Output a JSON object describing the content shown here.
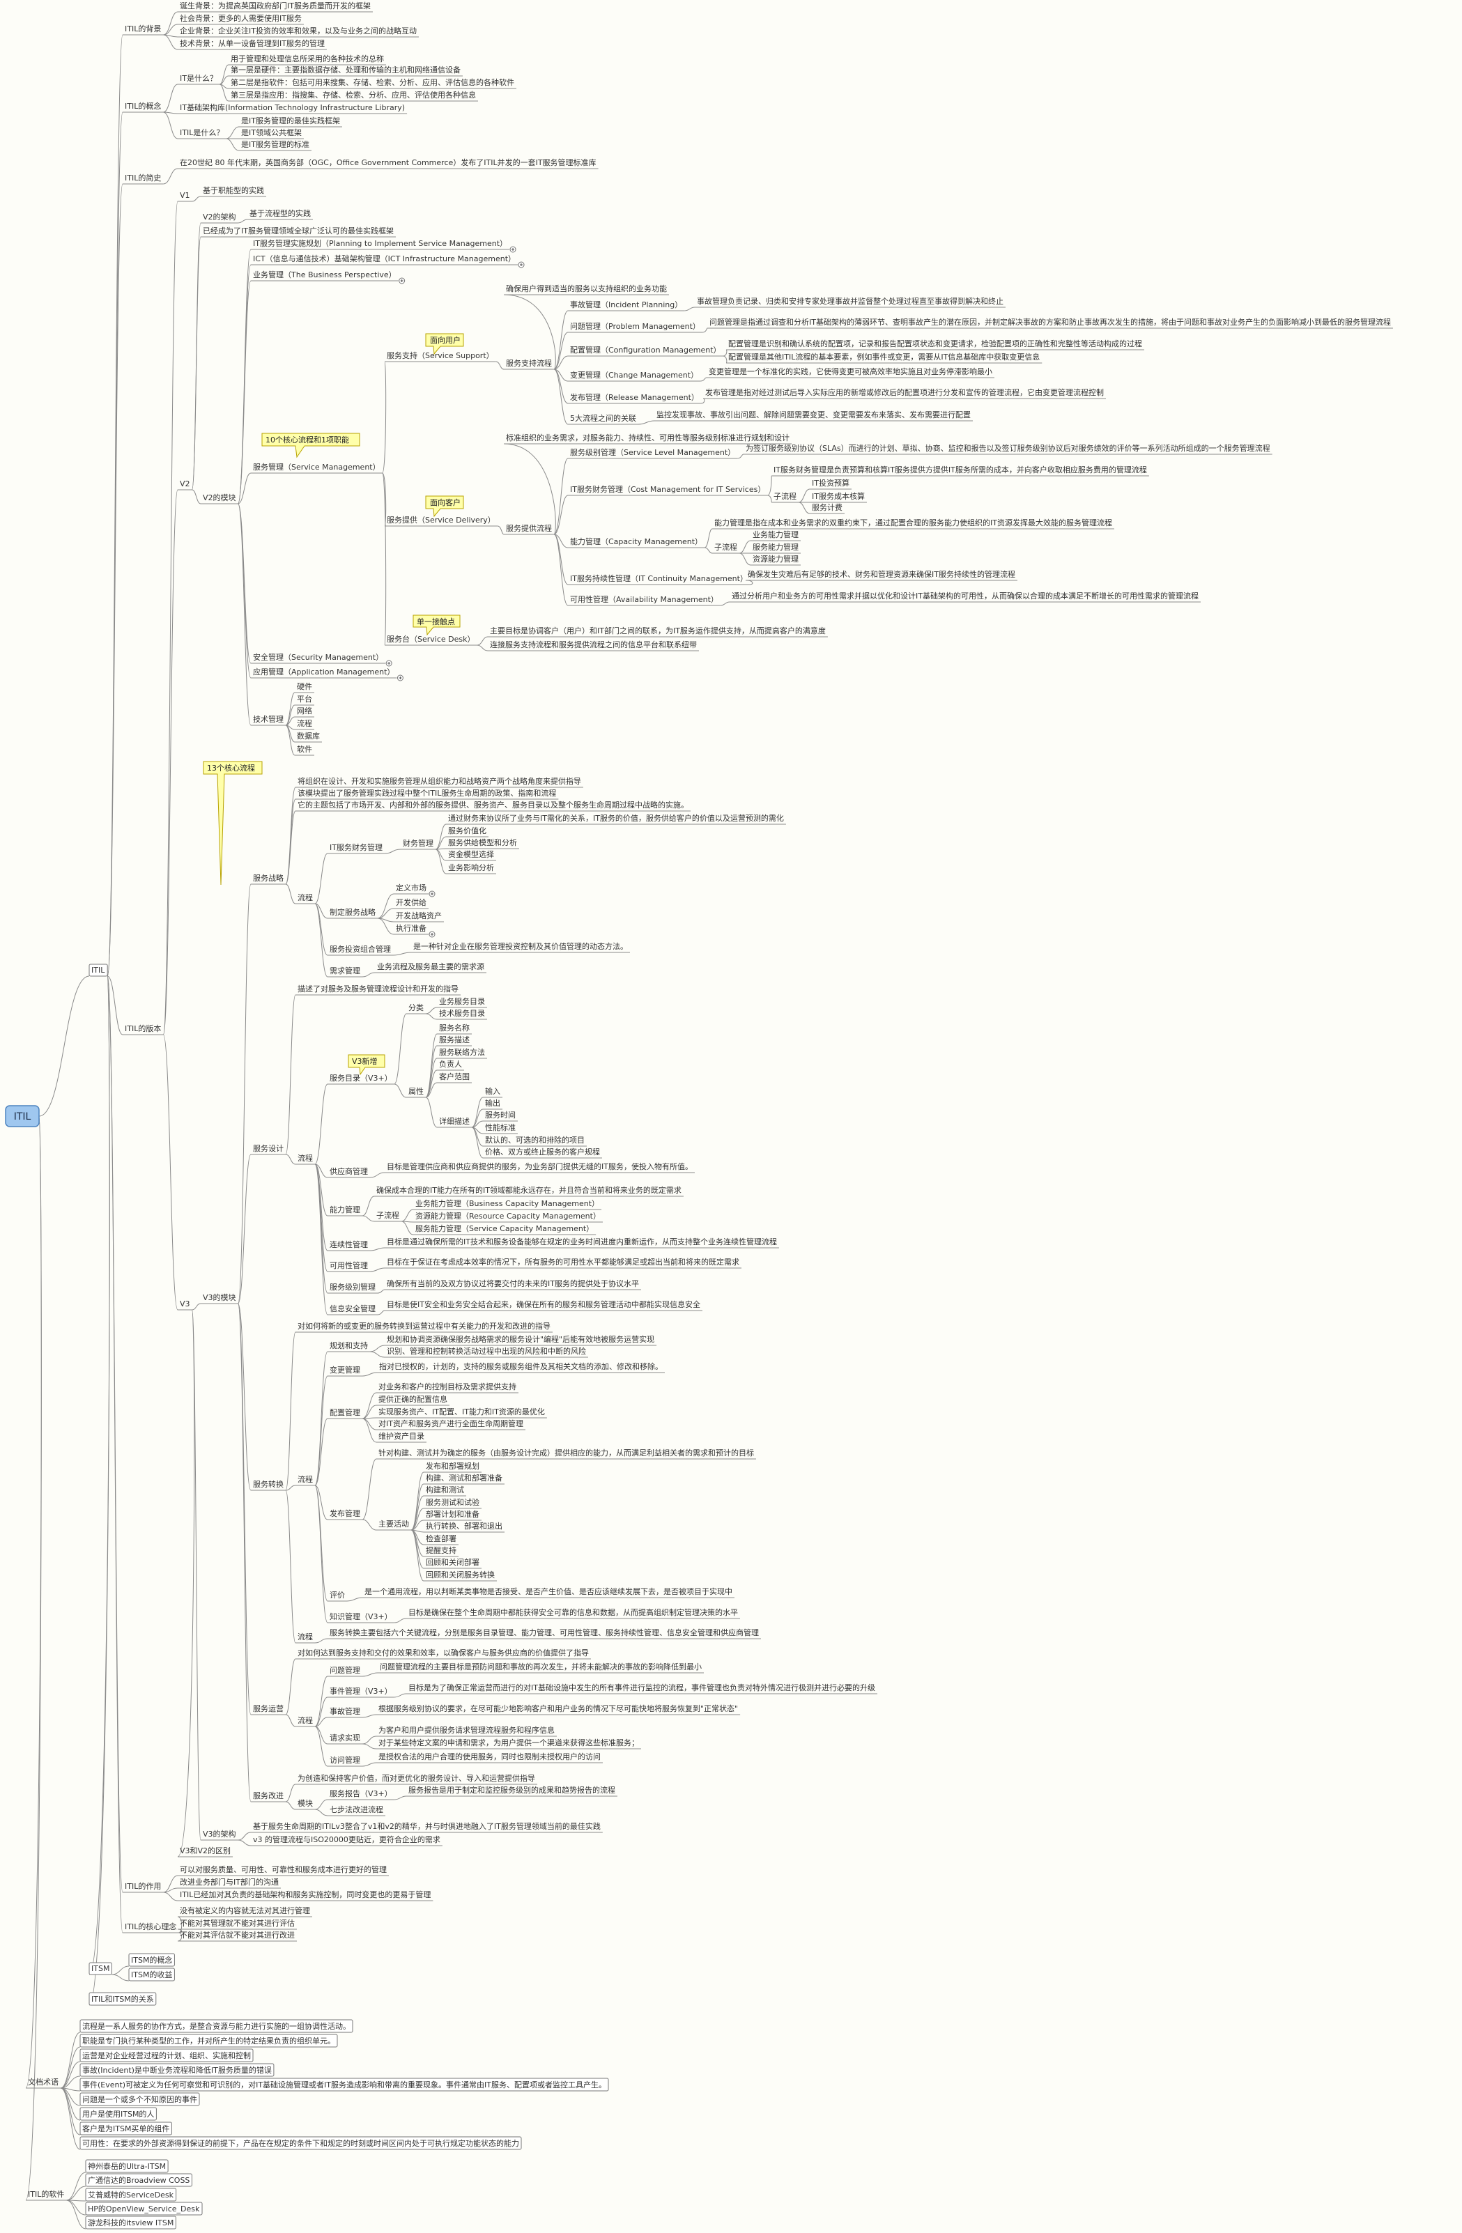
{
  "root": "ITIL",
  "callouts": {
    "c_user": "面向用户",
    "c_cust": "面向客户",
    "c_core": "10个核心流程和1项职能",
    "c_single": "单一接触点",
    "c_13": "13个核心流程",
    "c_v3": "V3新增"
  },
  "nodes": {
    "n1": "ITIL",
    "n2": "ITIL的背景",
    "n3": "诞生背景：为提高英国政府部门IT服务质量而开发的框架",
    "n4": "社会背景：更多的人需要使用IT服务",
    "n5": "企业背景：企业关注IT投资的效率和效果，以及与业务之间的战略互动",
    "n6": "技术背景：从单一设备管理到IT服务的管理",
    "n7": "ITIL的概念",
    "n8": "IT是什么？",
    "n9": "用于管理和处理信息所采用的各种技术的总称",
    "n10": "第一层是硬件：主要指数据存储、处理和传输的主机和网络通信设备",
    "n11": "第二层是指软件：包括可用来搜集、存储、检索、分析、应用、评估信息的各种软件",
    "n12": "第三层是指应用：指搜集、存储、检索、分析、应用、评估使用各种信息",
    "n13": "IT基础架构库(Information Technology Infrastructure Library)",
    "n14": "ITIL是什么？",
    "n15": "是IT服务管理的最佳实践框架",
    "n16": "是IT领域公共框架",
    "n17": "是IT服务管理的标准",
    "n18": "ITIL的简史",
    "n19": "在20世纪 80 年代末期，英国商务部（OGC，Office Government Commerce）发布了ITIL并发的一套IT服务管理标准库",
    "n20": "ITIL的版本",
    "n21": "V1",
    "n22": "基于职能型的实践",
    "n23": "V2",
    "n24": "V2的架构",
    "n25": "基于流程型的实践",
    "n26": "已经成为了IT服务管理领域全球广泛认可的最佳实践框架",
    "n27": "V2的模块",
    "n28": "IT服务管理实施规划（Planning to Implement Service Management）",
    "n29": "ICT（信息与通信技术）基础架构管理（ICT Infrastructure Management）",
    "n30": "业务管理（The Business Perspective）",
    "n31": "服务管理（Service Management）",
    "n32": "服务支持（Service Support）",
    "n33": "服务支持流程",
    "n34": "确保用户得到适当的服务以支持组织的业务功能",
    "n35": "事故管理（Incident Planning）",
    "n36": "事故管理负责记录、归类和安排专家处理事故并监督整个处理过程直至事故得到解决和终止",
    "n37": "问题管理（Problem Management）",
    "n38": "问题管理是指通过调查和分析IT基础架构的薄弱环节、查明事故产生的潜在原因，并制定解决事故的方案和防止事故再次发生的措施，将由于问题和事故对业务产生的负面影响减小到最低的服务管理流程",
    "n39": "配置管理（Configuration Management）",
    "n40": "配置管理是识别和确认系统的配置项，记录和报告配置项状态和变更请求，检验配置项的正确性和完整性等活动构成的过程",
    "n41": "配置管理是其他ITIL流程的基本要素，例如事件或变更，需要从IT信息基础库中获取变更信息",
    "n42": "变更管理（Change Management）",
    "n43": "变更管理是一个标准化的实践，它使得变更可被高效率地实施且对业务停滞影响最小",
    "n44": "发布管理（Release Management）",
    "n45": "发布管理是指对经过测试后导入实际应用的新增或修改后的配置项进行分发和宣传的管理流程，它由变更管理流程控制",
    "n46": "5大流程之间的关联",
    "n47": "监控发现事故、事故引出问题、解除问题需要变更、变更需要发布来落实、发布需要进行配置",
    "n48": "服务提供（Service Delivery）",
    "n49": "服务提供流程",
    "n50": "标准组织的业务需求，对服务能力、持续性、可用性等服务级别标准进行规划和设计",
    "n51": "服务级别管理（Service Level Management）",
    "n52": "为签订服务级别协议（SLAs）而进行的计划、草拟、协商、监控和报告以及签订服务级别协议后对服务绩效的评价等一系列活动所组成的一个服务管理流程",
    "n53": "IT服务财务管理（Cost Management for IT Services）",
    "n54": "IT服务财务管理是负责预算和核算IT服务提供方提供IT服务所需的成本，并向客户收取相应服务费用的管理流程",
    "n55": "子流程",
    "n56": "IT投资预算",
    "n57": "IT服务成本核算",
    "n58": "服务计费",
    "n59": "能力管理（Capacity Management）",
    "n60": "能力管理是指在成本和业务需求的双重约束下，通过配置合理的服务能力使组织的IT资源发挥最大效能的服务管理流程",
    "n61": "子流程",
    "n62": "业务能力管理",
    "n63": "服务能力管理",
    "n64": "资源能力管理",
    "n65": "IT服务持续性管理（IT Continuity Management）",
    "n66": "确保发生灾难后有足够的技术、财务和管理资源来确保IT服务持续性的管理流程",
    "n67": "可用性管理（Availability Management）",
    "n68": "通过分析用户和业务方的可用性需求并据以优化和设计IT基础架构的可用性，从而确保以合理的成本满足不断增长的可用性需求的管理流程",
    "n69": "服务台（Service Desk）",
    "n70": "主要目标是协调客户（用户）和IT部门之间的联系，为IT服务运作提供支持，从而提高客户的满意度",
    "n71": "连接服务支持流程和服务提供流程之间的信息平台和联系纽带",
    "n72": "安全管理（Security Management）",
    "n73": "应用管理（Application Management）",
    "n74": "技术管理",
    "n75": "硬件",
    "n76": "平台",
    "n77": "网络",
    "n78": "流程",
    "n79": "数据库",
    "n80": "软件",
    "n81": "V3",
    "n82": "V3的模块",
    "n83": "服务战略",
    "n84": "将组织在设计、开发和实施服务管理从组织能力和战略资产两个战略角度来提供指导",
    "n85": "该模块提出了服务管理实践过程中整个ITIL服务生命周期的政策、指南和流程",
    "n86": "它的主题包括了市场开发、内部和外部的服务提供、服务资产、服务目录以及整个服务生命周期过程中战略的实施。",
    "n87": "流程",
    "n88": "IT服务财务管理",
    "n89": "财务管理",
    "n90": "通过财务来协议所了业务与IT需化的关系，IT服务的价值，服务供给客户的价值以及运营预测的需化",
    "n91": "服务价值化",
    "n92": "服务供给模型和分析",
    "n93": "资金模型选择",
    "n94": "业务影响分析",
    "n95": "制定服务战略",
    "n96": "定义市场",
    "n97": "开发供给",
    "n98": "开发战略资产",
    "n99": "执行准备",
    "n100": "服务投资组合管理",
    "n101": "是一种针对企业在服务管理投资控制及其价值管理的动态方法。",
    "n102": "需求管理",
    "n103": "业务流程及服务最主要的需求源",
    "n104": "服务设计",
    "n105": "描述了对服务及服务管理流程设计和开发的指导",
    "n106": "流程",
    "n107": "服务目录（V3+）",
    "n108": "分类",
    "n109": "业务服务目录",
    "n110": "技术服务目录",
    "n111": "属性",
    "n112": "服务名称",
    "n113": "服务描述",
    "n114": "服务联络方法",
    "n115": "负责人",
    "n116": "客户范围",
    "n117": "详细描述",
    "n118": "输入",
    "n119": "输出",
    "n120": "服务时间",
    "n121": "性能标准",
    "n122": "默认的、可选的和排除的项目",
    "n123": "价格、双方或终止服务的客户规程",
    "n124": "供应商管理",
    "n125": "目标是管理供应商和供应商提供的服务，为业务部门提供无缝的IT服务，使投入物有所值。",
    "n126": "能力管理",
    "n127": "确保成本合理的IT能力在所有的IT领域都能永远存在，并且符合当前和将来业务的既定需求",
    "n128": "子流程",
    "n129": "业务能力管理（Business Capacity Management）",
    "n130": "资源能力管理（Resource Capacity Management）",
    "n131": "服务能力管理（Service Capacity Management）",
    "n132": "连续性管理",
    "n133": "目标是通过确保所需的IT技术和服务设备能够在规定的业务时间进度内重新运作，从而支持整个业务连续性管理流程",
    "n134": "可用性管理",
    "n135": "目标在于保证在考虑成本效率的情况下，所有服务的可用性水平都能够满足或超出当前和将来的既定需求",
    "n136": "服务级别管理",
    "n137": "确保所有当前的及双方协议过将要交付的未来的IT服务的提供处于协议水平",
    "n138": "信息安全管理",
    "n139": "目标是使IT安全和业务安全结合起来，确保在所有的服务和服务管理活动中都能实现信息安全",
    "n140": "服务转换",
    "n141": "对如何将新的或变更的服务转换到运营过程中有关能力的开发和改进的指导",
    "n142": "流程",
    "n143": "规划和支持",
    "n144": "规划和协调资源确保服务战略需求的服务设计\"编程\"后能有效地被服务运营实现",
    "n145": "识别、管理和控制转换活动过程中出现的风险和中断的风险",
    "n146": "变更管理",
    "n147": "指对已授权的，计划的，支持的服务或服务组件及其相关文档的添加、修改和移除。",
    "n148": "配置管理",
    "n149": "对业务和客户的控制目标及需求提供支持",
    "n150": "提供正确的配置信息",
    "n151": "实现服务资产、IT配置、IT能力和IT资源的最优化",
    "n152": "对IT资产和服务资产进行全面生命周期管理",
    "n153": "维护资产目录",
    "n154": "发布管理",
    "n155": "针对构建、测试并为确定的服务（由服务设计完成）提供相应的能力，从而满足利益相关者的需求和预计的目标",
    "n156": "主要活动",
    "n157": "发布和部署规划",
    "n158": "构建、测试和部署准备",
    "n159": "构建和测试",
    "n160": "服务测试和试验",
    "n161": "部署计划和准备",
    "n162": "执行转换、部署和退出",
    "n163": "检查部署",
    "n164": "提醒支持",
    "n165": "回顾和关闭部署",
    "n166": "回顾和关闭服务转换",
    "n167": "评价",
    "n168": "是一个通用流程，用以判断某类事物是否接受、是否产生价值、是否应该继续发展下去，是否被项目于实现中",
    "n169": "知识管理（V3+）",
    "n170": "目标是确保在整个生命周期中都能获得安全可靠的信息和数据，从而提高组织制定管理决策的水平",
    "n171": "流程",
    "n172": "服务转换主要包括六个关键流程，分别是服务目录管理、能力管理、可用性管理、服务持续性管理、信息安全管理和供应商管理",
    "n173": "服务运营",
    "n174": "对如何达到服务支持和交付的效果和效率，以确保客户与服务供应商的价值提供了指导",
    "n175": "流程",
    "n176": "问题管理",
    "n177": "问题管理流程的主要目标是预防问题和事故的再次发生，并将未能解决的事故的影响降低到最小",
    "n178": "事件管理（V3+）",
    "n179": "目标是为了确保正常运营而进行的对IT基础设施中发生的所有事件进行监控的流程，事件管理也负责对特外情况进行极测并进行必要的升级",
    "n180": "事故管理",
    "n181": "根据服务级别协议的要求，在尽可能少地影响客户和用户业务的情况下尽可能快地将服务恢复到\"正常状态\"",
    "n182": "请求实现",
    "n183": "为客户和用户提供服务请求管理流程服务和程序信息",
    "n184": "对于某些特定文案的申请和需求，为用户提供一个渠道来获得这些标准服务；",
    "n185": "访问管理",
    "n186": "是授权合法的用户合理的使用服务，同时也限制未授权用户的访问",
    "n187": "服务改进",
    "n188": "为创造和保持客户价值，而对更优化的服务设计、导入和运营提供指导",
    "n189": "模块",
    "n190": "服务报告（V3+）",
    "n191": "服务报告是用于制定和监控服务级别的成果和趋势报告的流程",
    "n192": "七步法改进流程",
    "n193": "V3的架构",
    "n194": "基于服务生命周期的ITILv3整合了v1和v2的精华，并与时俱进地融入了IT服务管理领域当前的最佳实践",
    "n195": "v3 的管理流程与ISO20000更贴近，更符合企业的需求",
    "n196": "V3和V2的区别",
    "n197": "ITIL的作用",
    "n198": "可以对服务质量、可用性、可靠性和服务成本进行更好的管理",
    "n199": "改进业务部门与IT部门的沟通",
    "n200": "ITIL已经加对其负责的基础架构和服务实施控制，同时变更也的更易于管理",
    "n201": "ITIL的核心理念",
    "n202": "没有被定义的内容就无法对其进行管理",
    "n203": "不能对其管理就不能对其进行评估",
    "n204": "不能对其评估就不能对其进行改进",
    "n205": "ITSM",
    "n206": "ITSM的概念",
    "n207": "ITSM的收益",
    "n208": "ITIL和ITSM的关系",
    "n209": "文档术语",
    "n210": "流程是一系人服务的协作方式，是整合资源与能力进行实施的一组协调性活动。",
    "n211": "职能是专门执行某种类型的工作，并对所产生的特定结果负责的组织单元。",
    "n212": "运营是对企业经营过程的计划、组织、实施和控制",
    "n213": "事故(Incident)是中断业务流程和降低IT服务质量的错误",
    "n214": "事件(Event)可被定义为任何可察觉和可识别的，对IT基础设施管理或者IT服务造成影响和带离的重要现象。事件通常由IT服务、配置项或者监控工具产生。",
    "n215": "问题是一个或多个不知原因的事件",
    "n216": "用户是使用ITSM的人",
    "n217": "客户是为ITSM买单的组件",
    "n218": "可用性：在要求的外部资源得到保证的前提下，产品在在规定的条件下和规定的时刻或时间区间内处于可执行规定功能状态的能力",
    "n219": "ITIL的软件",
    "n220": "神州泰岳的Ultra-ITSM",
    "n221": "广通信达的Broadview COSS",
    "n222": "艾普威特的ServiceDesk",
    "n223": "HP的OpenView_Service_Desk",
    "n224": "游龙科技的itsview ITSM"
  }
}
